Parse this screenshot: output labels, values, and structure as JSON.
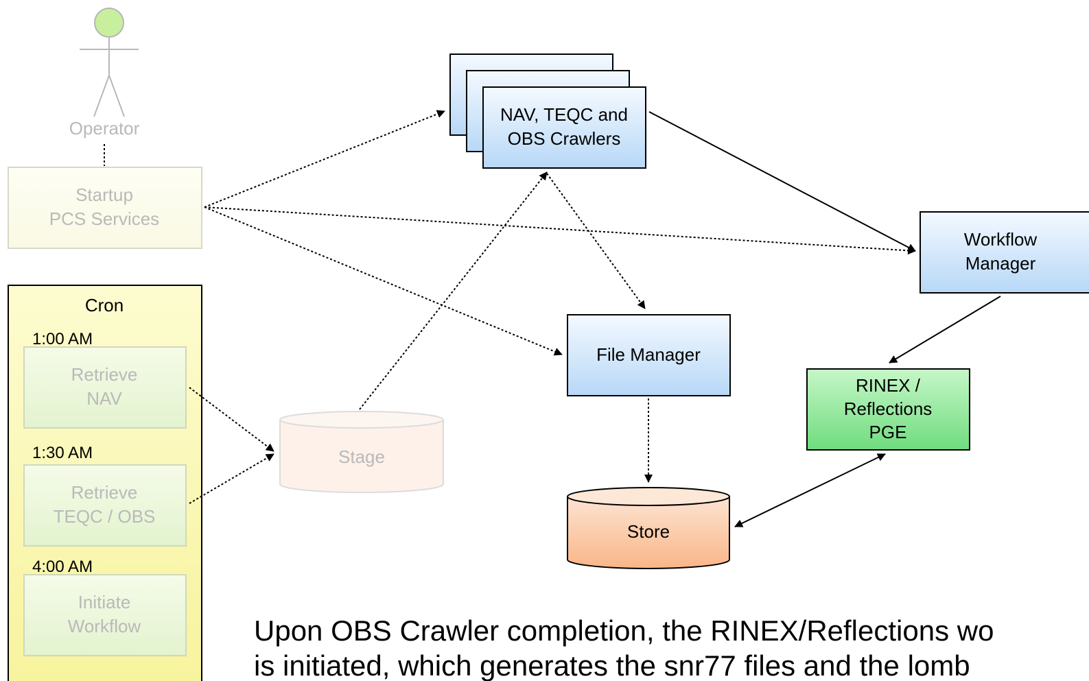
{
  "actor": {
    "label": "Operator",
    "head_color": "#c8ef9e"
  },
  "nodes": {
    "startup": {
      "lines": [
        "Startup",
        "PCS Services"
      ]
    },
    "crawlers": {
      "lines": [
        "NAV, TEQC and",
        "OBS Crawlers"
      ]
    },
    "workflow_manager": {
      "lines": [
        "Workflow",
        "Manager"
      ]
    },
    "file_manager": {
      "lines": [
        "File Manager"
      ]
    },
    "pge": {
      "lines": [
        "RINEX /",
        "Reflections",
        "PGE"
      ]
    },
    "stage": {
      "label": "Stage"
    },
    "store": {
      "label": "Store"
    }
  },
  "cron": {
    "title": "Cron",
    "jobs": [
      {
        "time": "1:00 AM",
        "lines": [
          "Retrieve",
          "NAV"
        ]
      },
      {
        "time": "1:30 AM",
        "lines": [
          "Retrieve",
          "TEQC / OBS"
        ]
      },
      {
        "time": "4:00 AM",
        "lines": [
          "Initiate",
          "Workflow"
        ]
      }
    ]
  },
  "caption": {
    "line1": "Upon OBS Crawler completion, the RINEX/Reflections wo",
    "line2": "is initiated, which generates the snr77 files and the lomb"
  },
  "colors": {
    "blue_fill": "#cfe6fb",
    "green_fill": "#7fe58f",
    "cron_fill": "#fbf9a8",
    "store_fill": "#fbc49c",
    "stage_fill": "#fdf0ea",
    "faded_stroke": "#d6d6c8"
  }
}
